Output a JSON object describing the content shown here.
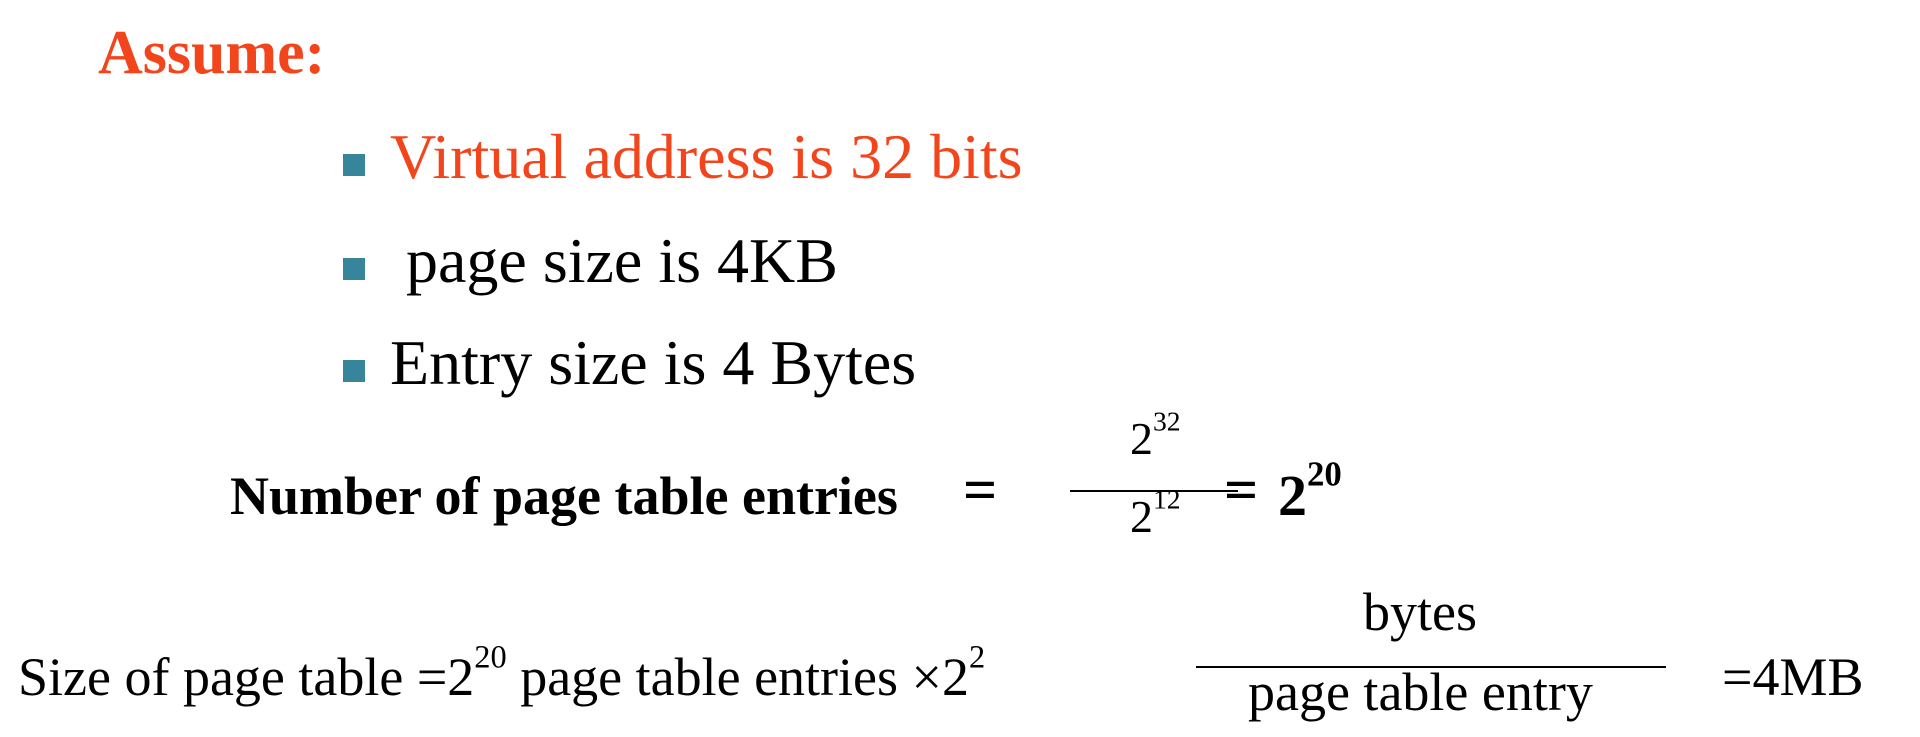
{
  "heading": "Assume:",
  "bullets": [
    {
      "text": "Virtual address is 32 bits",
      "color": "#f2451c"
    },
    {
      "text": " page size is 4KB",
      "color": "#000000"
    },
    {
      "text": "Entry size is 4 Bytes",
      "color": "#000000"
    }
  ],
  "bullet_color": "#36859a",
  "entries_formula": {
    "label": "Number of page table entries",
    "equals": "=",
    "numerator_base": "2",
    "numerator_exp": "32",
    "denominator_base": "2",
    "denominator_exp": "12",
    "result_equals": "=",
    "result_base": "2",
    "result_exp": "20"
  },
  "size_formula": {
    "prefix": "Size of page table =2",
    "exp1": "20",
    "middle": " page table entries ",
    "times": "×",
    "base2": "2",
    "exp2": "2",
    "numerator": "bytes",
    "denominator": "page table entry",
    "result": "=4MB"
  }
}
